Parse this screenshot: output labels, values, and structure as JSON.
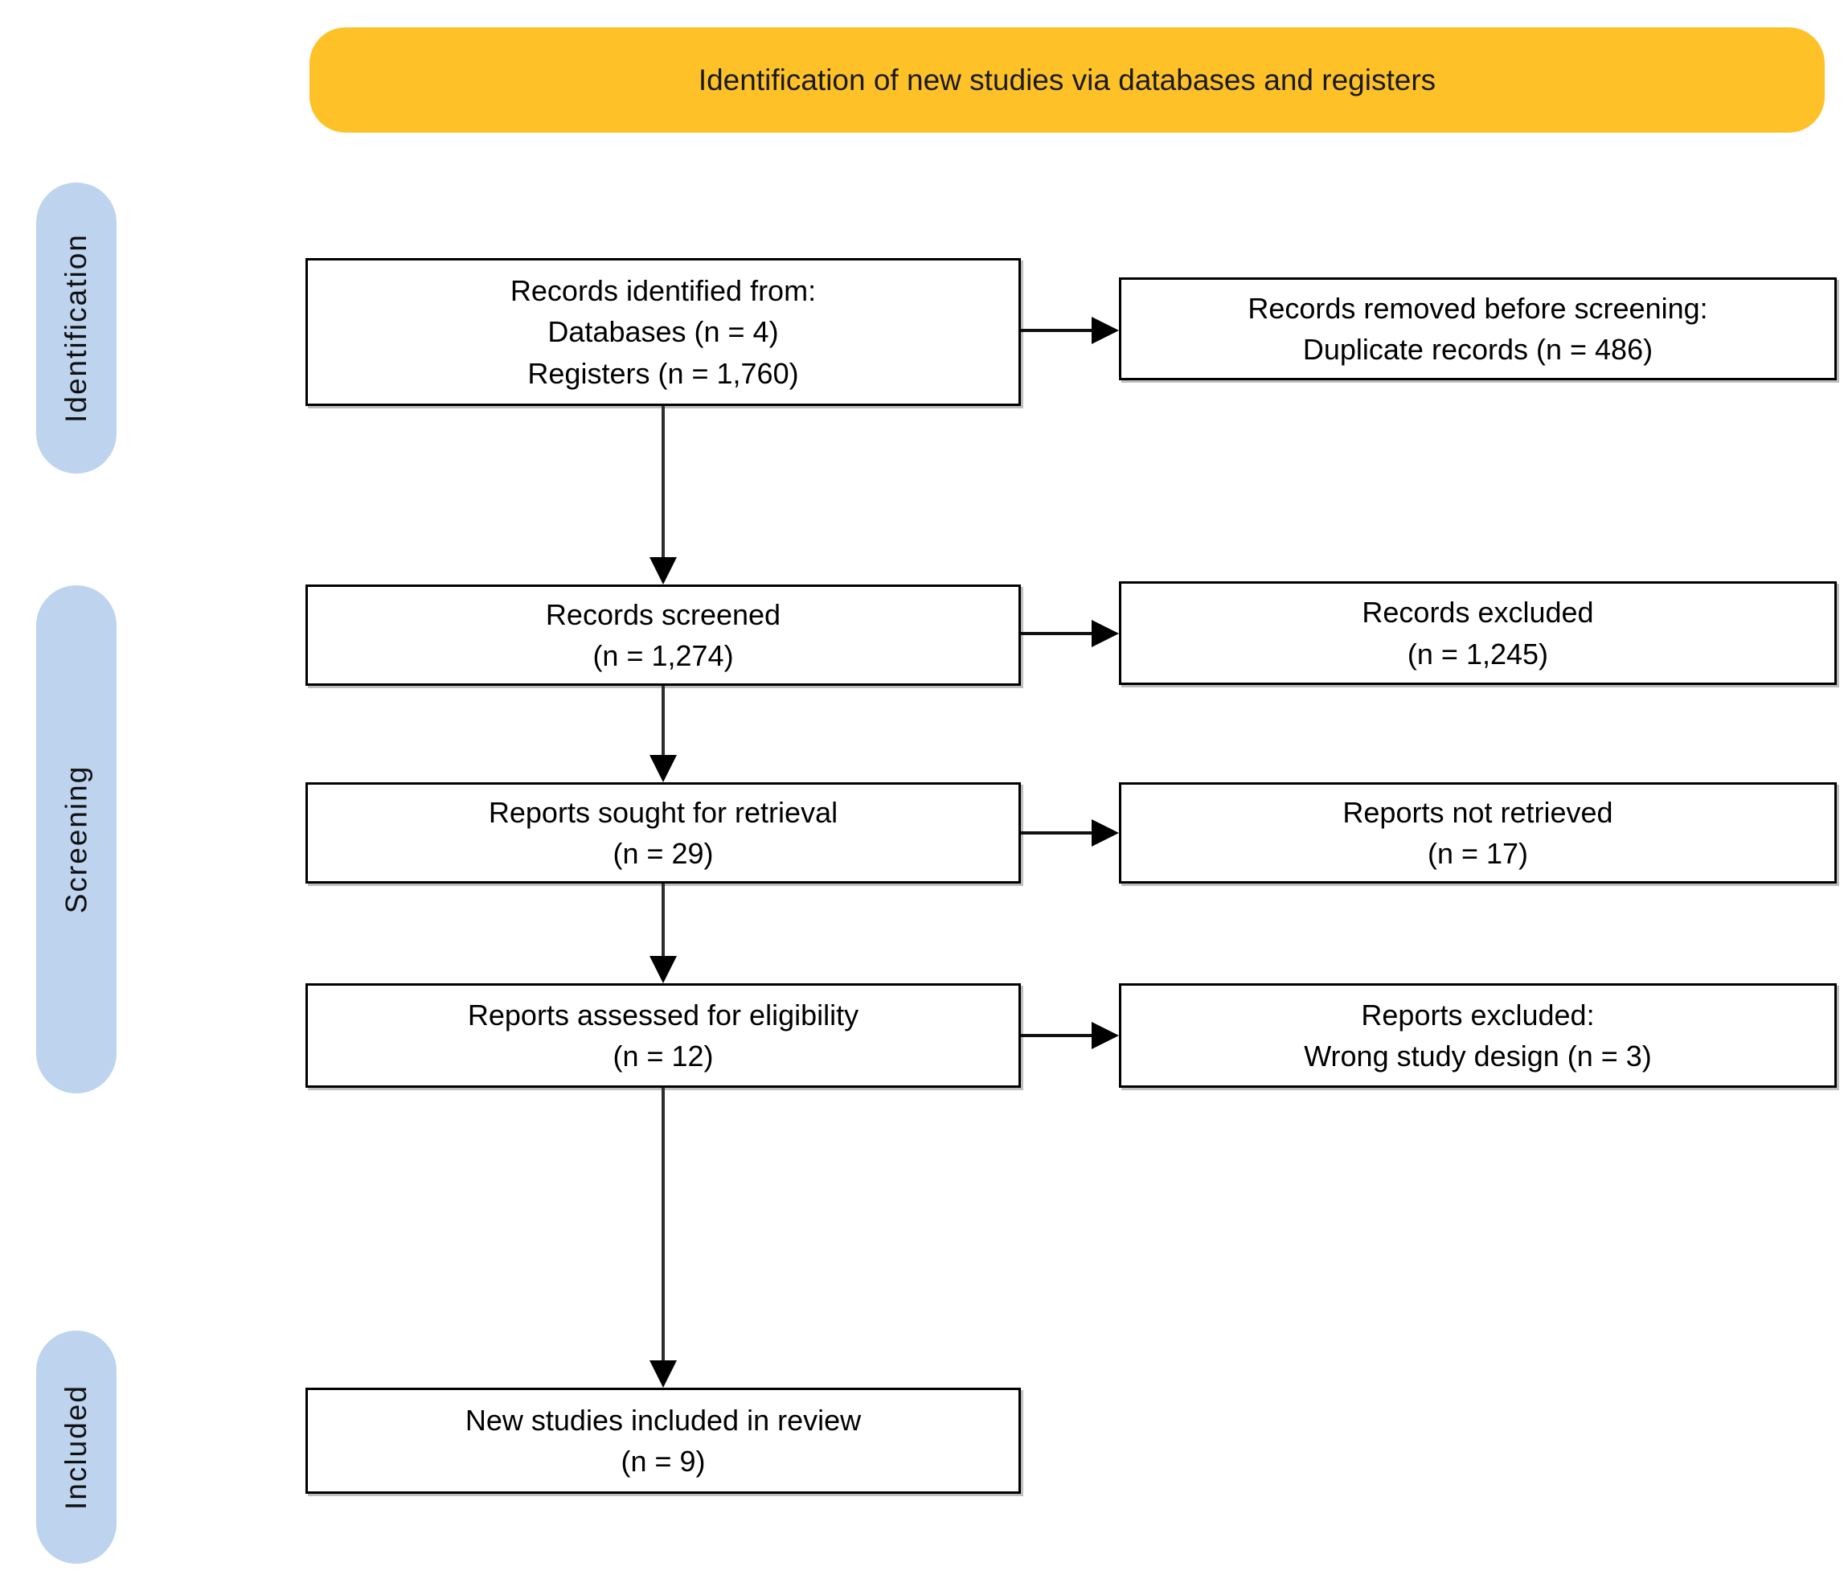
{
  "banner": {
    "title": "Identification of new studies via databases and registers"
  },
  "stages": [
    {
      "label": "Identification"
    },
    {
      "label": "Screening"
    },
    {
      "label": "Included"
    }
  ],
  "flow": {
    "main_boxes": [
      {
        "label": "Records identified from:\nDatabases (n = 4)\nRegisters (n = 1,760)"
      },
      {
        "label": "Records screened\n(n = 1,274)"
      },
      {
        "label": "Reports sought for retrieval\n(n = 29)"
      },
      {
        "label": "Reports assessed for eligibility\n(n = 12)"
      },
      {
        "label": "New studies included in review\n(n = 9)"
      }
    ],
    "side_boxes": [
      {
        "label": "Records removed before screening:\nDuplicate records (n = 486)"
      },
      {
        "label": "Records excluded\n(n = 1,245)"
      },
      {
        "label": "Reports not retrieved\n(n = 17)"
      },
      {
        "label": "Reports excluded:\nWrong study design (n = 3)"
      }
    ]
  },
  "colors": {
    "banner_fill": "#FEC128",
    "stage_fill": "#BDD3EE",
    "box_border": "#000000",
    "arrow": "#000000",
    "text": "#000000"
  }
}
